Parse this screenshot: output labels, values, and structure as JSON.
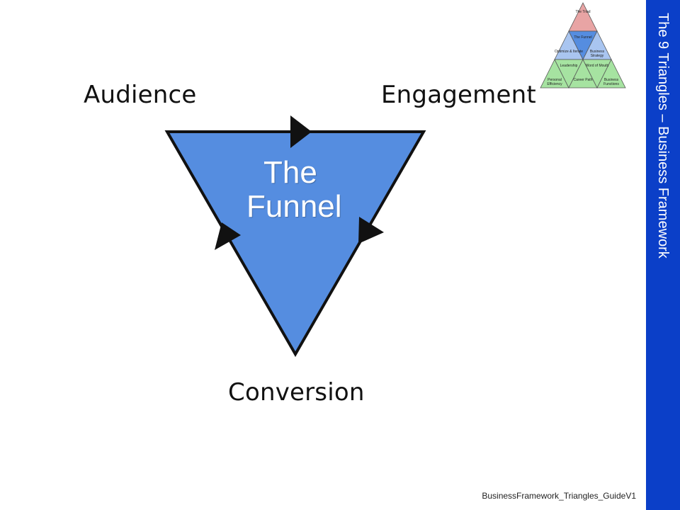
{
  "sidebar": {
    "title": "The 9 Triangles – Business Framework"
  },
  "diagram": {
    "audience": "Audience",
    "engagement": "Engagement",
    "conversion": "Conversion",
    "center_line1": "The",
    "center_line2": "Funnel",
    "fill_color": "#558de0",
    "stroke_color": "#111111"
  },
  "mini_map": {
    "row1": [
      "The Triad"
    ],
    "row2": [
      "The Funnel"
    ],
    "row3": [
      "Optimize & Iterate",
      "Business Strategy"
    ],
    "row4": [
      "Leadership",
      "Word of Mouth"
    ],
    "row5": [
      "Personal Efficiency",
      "Career Path",
      "Business Functions"
    ],
    "colors": {
      "pink": "#e8a4a4",
      "blue": "#558de0",
      "light_blue": "#a9c5f0",
      "green": "#a6e3a1"
    }
  },
  "footer": {
    "text": "BusinessFramework_Triangles_GuideV1"
  }
}
